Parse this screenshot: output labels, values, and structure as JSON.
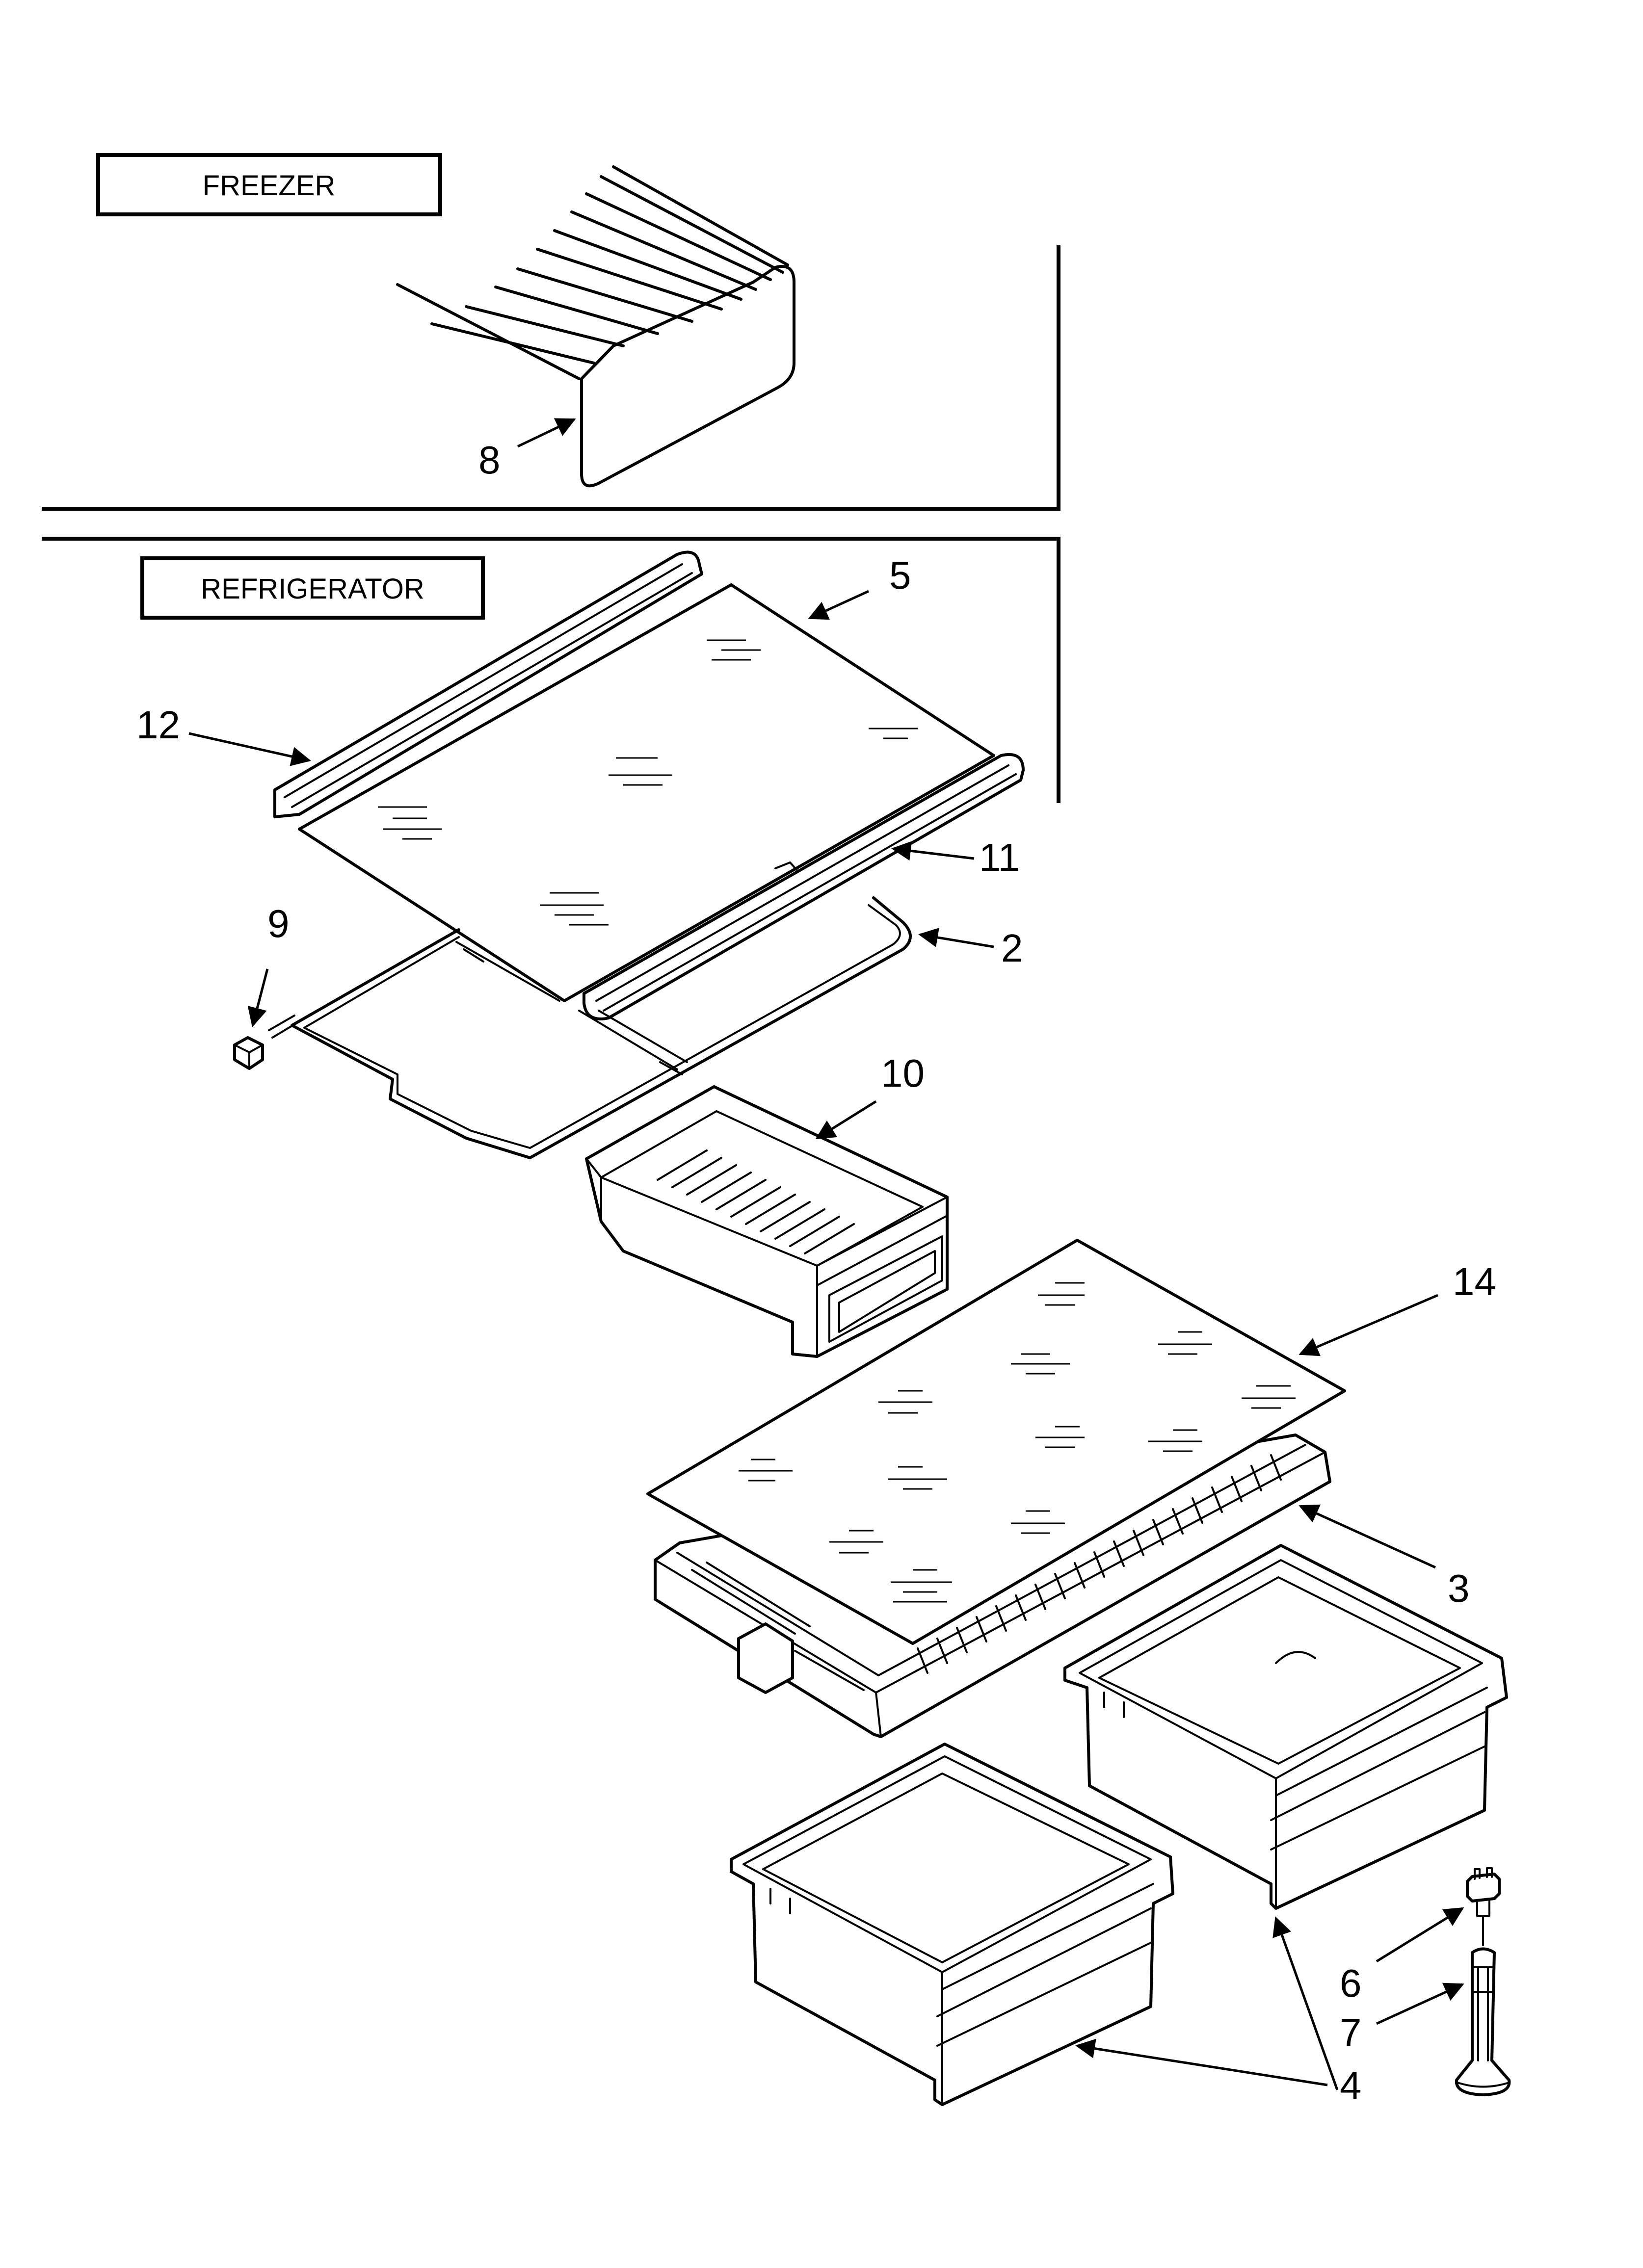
{
  "sections": {
    "freezer_label": "FREEZER",
    "refrigerator_label": "REFRIGERATOR"
  },
  "callouts": [
    "8",
    "5",
    "12",
    "11",
    "9",
    "2",
    "10",
    "14",
    "3",
    "6",
    "7",
    "4"
  ]
}
